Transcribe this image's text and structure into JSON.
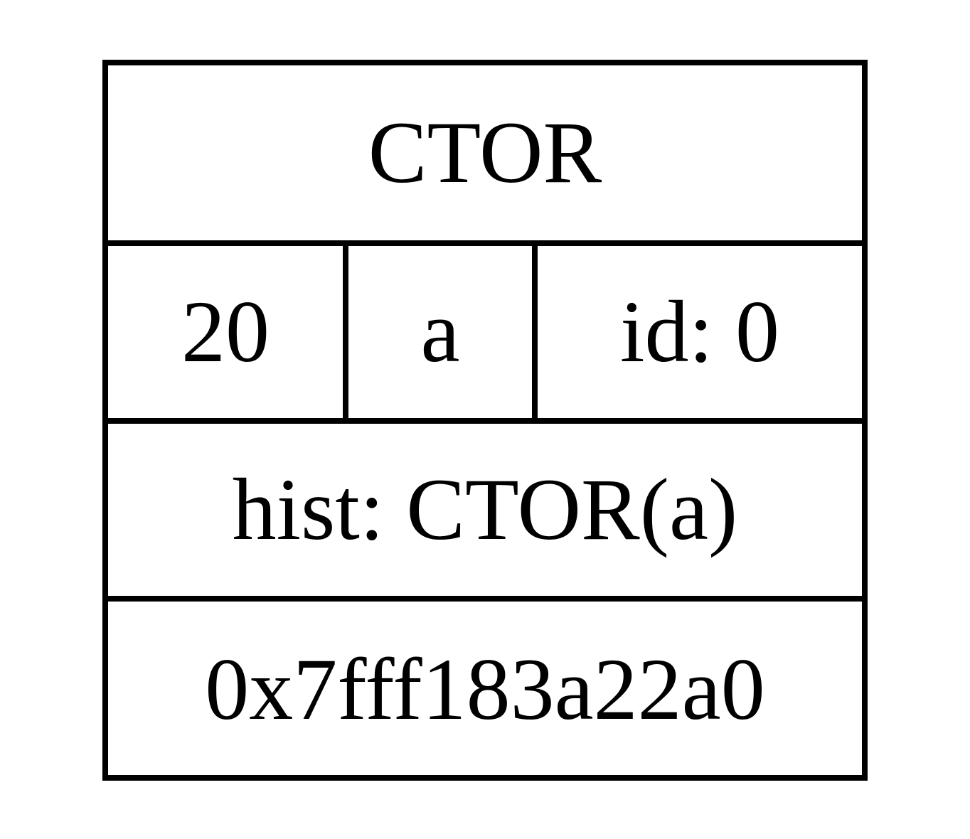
{
  "record": {
    "title": "CTOR",
    "fields": [
      "20",
      "a",
      "id: 0"
    ],
    "hist": "hist: CTOR(a)",
    "address": "0x7fff183a22a0"
  }
}
